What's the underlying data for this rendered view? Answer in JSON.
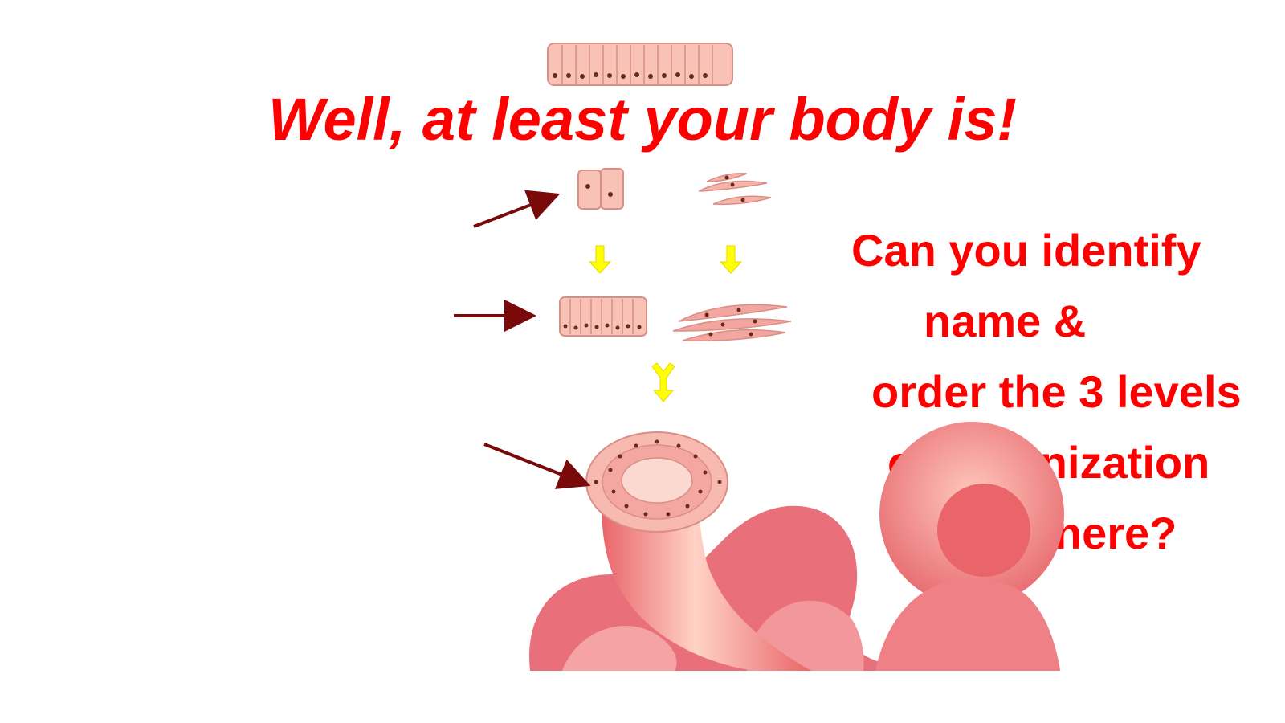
{
  "slide": {
    "title": "Well, at least your body is!",
    "question_lines": [
      "Can you identify",
      "name &",
      "order the 3 levels",
      "of organization",
      "shown here?"
    ]
  },
  "diagram": {
    "levels": [
      "cell",
      "tissue",
      "organ"
    ],
    "icons": [
      "cell-sheet-icon",
      "epithelial-cell-icon",
      "smooth-muscle-cell-icon",
      "epithelial-tissue-icon",
      "muscle-tissue-icon",
      "intestine-organ-icon"
    ]
  },
  "colors": {
    "title": "#ff0000",
    "pointer_arrow": "#7a0a0a",
    "flow_arrow": "#ffff00",
    "tissue_fill": "#f4a09a",
    "organ_fill": "#ee7a78"
  }
}
